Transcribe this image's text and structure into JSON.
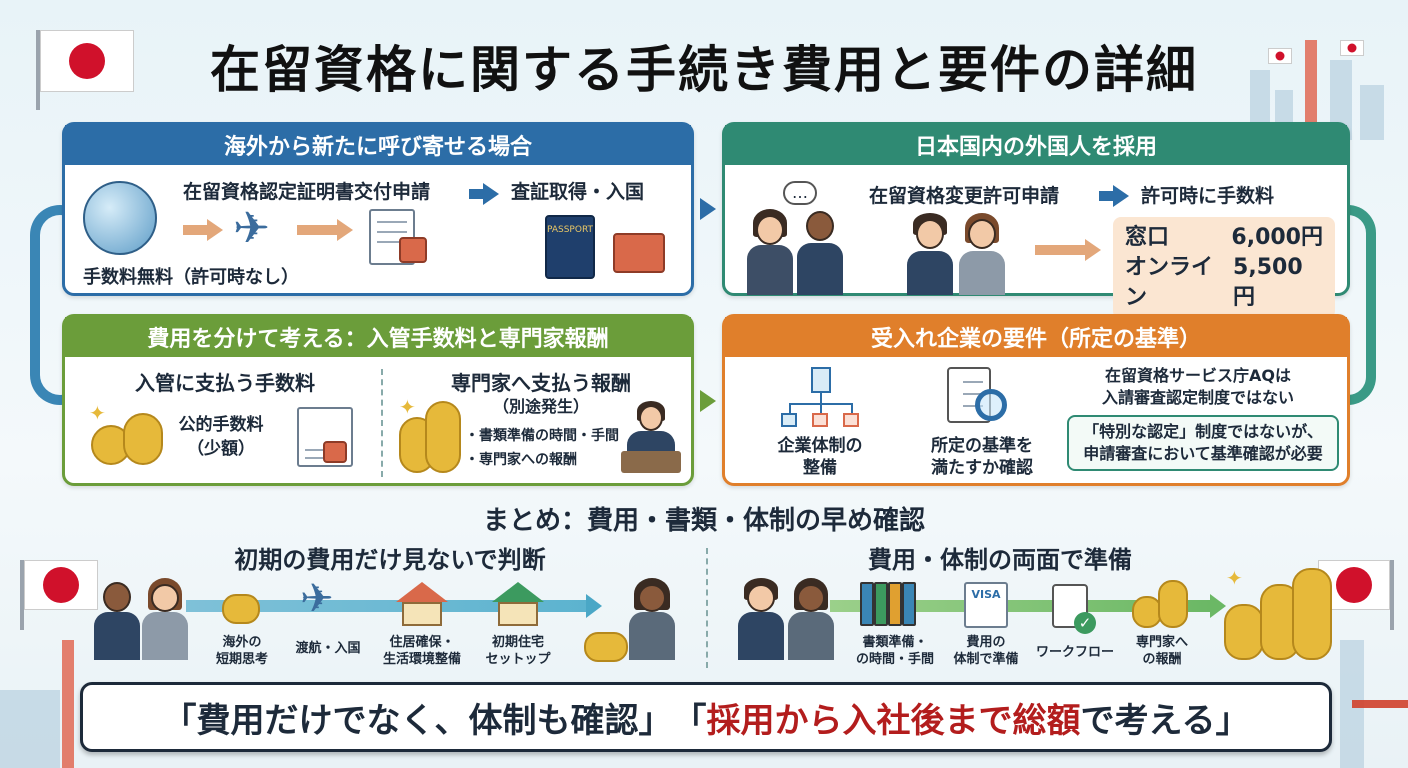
{
  "title": "在留資格に関する手続き費用と要件の詳細",
  "panel_overseas": {
    "header": "海外から新たに呼び寄せる場合",
    "step1": "在留資格認定証明書交付申請",
    "step2": "査証取得・入国",
    "fee_note": "手数料無料（許可時なし）",
    "passport_label": "PASSPORT"
  },
  "panel_domestic": {
    "header": "日本国内の外国人を採用",
    "step1": "在留資格変更許可申請",
    "step2": "許可時に手数料",
    "bubble": "…",
    "fees": [
      {
        "label": "窓口",
        "amount": "6,000円"
      },
      {
        "label": "オンライン",
        "amount": "5,500円"
      }
    ]
  },
  "panel_costs": {
    "header": "費用を分けて考える：入管手数料と専門家報酬",
    "left_title": "入管に支払う手数料",
    "left_label": "公的手数料\n（少額）",
    "right_title": "専門家へ支払う報酬",
    "right_sub": "（別途発生）",
    "bullets": [
      "・書類準備の時間・手間",
      "・専門家への報酬"
    ]
  },
  "panel_requirements": {
    "header": "受入れ企業の要件（所定の基準）",
    "item1": "企業体制の\n整備",
    "item2": "所定の基準を\n満たすか確認",
    "note": "在留資格サービス庁AQは\n入請審査認定制度ではない",
    "callout": "「特別な認定」制度ではないが、\n申請審査において基準確認が必要"
  },
  "summary": {
    "title": "まとめ：費用・書類・体制の早め確認",
    "left_heading": "初期の費用だけ見ないで判断",
    "right_heading": "費用・体制の両面で準備",
    "left_steps": [
      "海外の\n短期思考",
      "渡航・入国",
      "住居確保・\n生活環境整備",
      "初期住宅\nセットップ"
    ],
    "right_steps": [
      "書類準備・\nの時間・手間",
      "費用の\n体制で準備",
      "ワークフロー",
      "専門家へ\nの報酬"
    ],
    "visa_label": "VISA"
  },
  "banner": {
    "part1": "「費用だけでなく、体制も確認」",
    "part2a": "「",
    "part2_red1": "採用から入社後まで",
    "part2_red2": "総額",
    "part2b": "で考える」"
  },
  "colors": {
    "blue": "#2c6da7",
    "teal": "#2f8a73",
    "green": "#6b9d3a",
    "orange": "#e07f2b",
    "accent_red": "#b31d1d"
  }
}
